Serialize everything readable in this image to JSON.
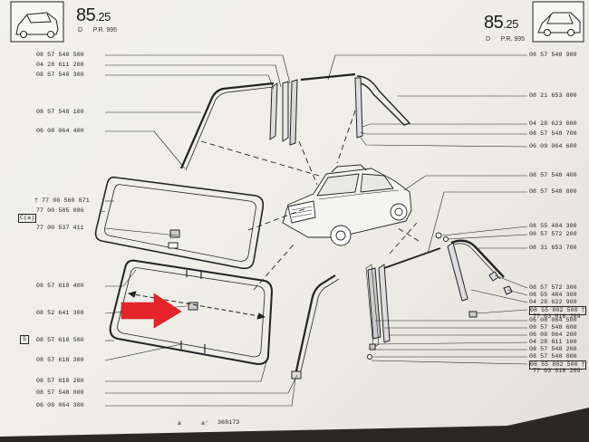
{
  "header": {
    "page_main_left": "85",
    "page_sub_left": ".25",
    "page_main_right": "85",
    "page_sub_right": ".25",
    "sub_left_d": "D",
    "sub_left_pr": "P.R. 995",
    "sub_right_d": "D",
    "sub_right_pr": "P.R. 995"
  },
  "left_labels": [
    "08 57 548 500",
    "04 28 611 200",
    "08 57 548 300",
    "08 57 548 100",
    "06 08 064 400",
    "† 77 00 560 871",
    "77 00 585 086",
    "77 00 537 411",
    "08 57 618 400",
    "08 52 641 300",
    "08 57 618 500",
    "08 57 618 300",
    "08 57 618 200",
    "08 57 548 000",
    "06 08 064 300"
  ],
  "right_labels": [
    "08 57 548 900",
    "08 21 653 800",
    "04 28 623 000",
    "08 57 548 700",
    "06 09 064 600",
    "08 57 548 400",
    "08 57 548 800",
    "08 55 484 300",
    "08 57 572 200",
    "08 31 653 700",
    "08 57 572 300",
    "08 55 484 300",
    "04 28 622 900",
    "08 55 802 500 †",
    "77 03 016 209",
    "06 08 064 500",
    "08 57 548 600",
    "06 08 064 200",
    "04 28 611 100",
    "08 57 548 200",
    "08 57 548 000",
    "08 55 802 500 †",
    "77 03 016 209"
  ],
  "markers": {
    "ca_marker": "C(a)",
    "box_marker": "5"
  },
  "footer": {
    "code": "368173",
    "mark_a": "a",
    "mark_b": "a'"
  },
  "colors": {
    "arrow": "#e5252a",
    "ink": "#1e1e1e",
    "paper": "#f0efe9"
  },
  "icons": [
    "car-thumbnail-icon",
    "callout-arrow-icon"
  ]
}
